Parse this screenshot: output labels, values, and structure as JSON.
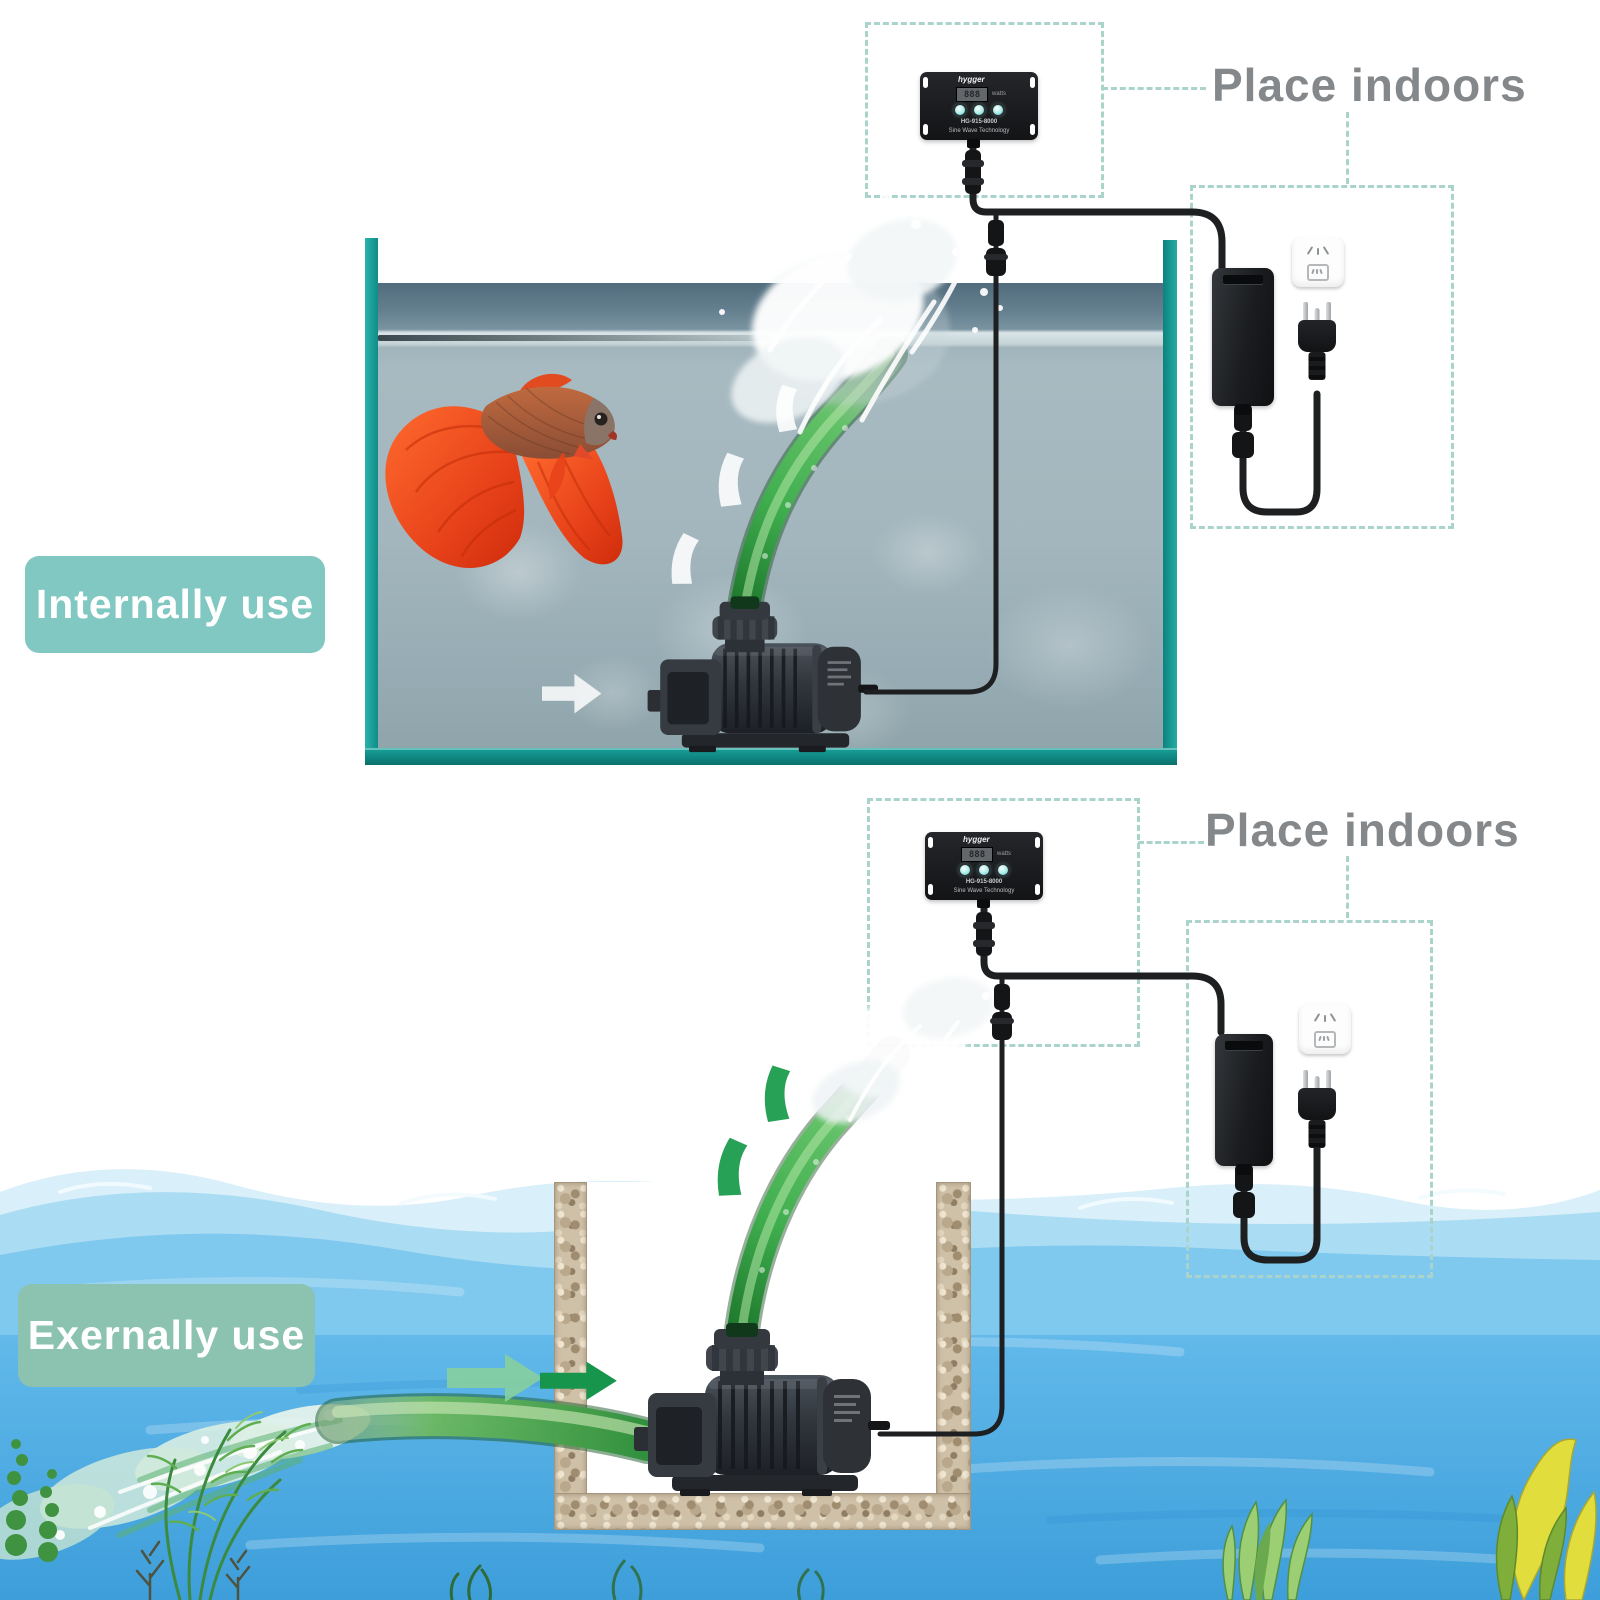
{
  "labels": {
    "place_indoors": "Place indoors",
    "internal_badge": "Internally use",
    "external_badge": "Exernally use"
  },
  "controller": {
    "brand": "hygger",
    "display_value": "888",
    "watts_label": "watts",
    "model_line": "HG-915-8000",
    "tech_line": "Sine Wave Technology"
  },
  "colors": {
    "dashed_annotation_teal": "#a9d3cb",
    "badge_internal_teal": "#80c8c1",
    "badge_external_teal": "#8bc2b0",
    "label_gray": "#84888b",
    "tank_glass_teal": "#14a09a",
    "tube_green": "#3fae4e",
    "flow_arrow_green": "#26a155",
    "sea_blue": "#5cb5e9",
    "device_black": "#1b1d20",
    "fish_orange": "#e84b1e"
  },
  "icons": {
    "controller": "pump-controller-icon",
    "adapter": "power-adapter-icon",
    "outlet": "wall-outlet-icon",
    "plug": "power-plug-icon",
    "fish": "betta-fish-icon",
    "pump": "water-pump-icon"
  }
}
